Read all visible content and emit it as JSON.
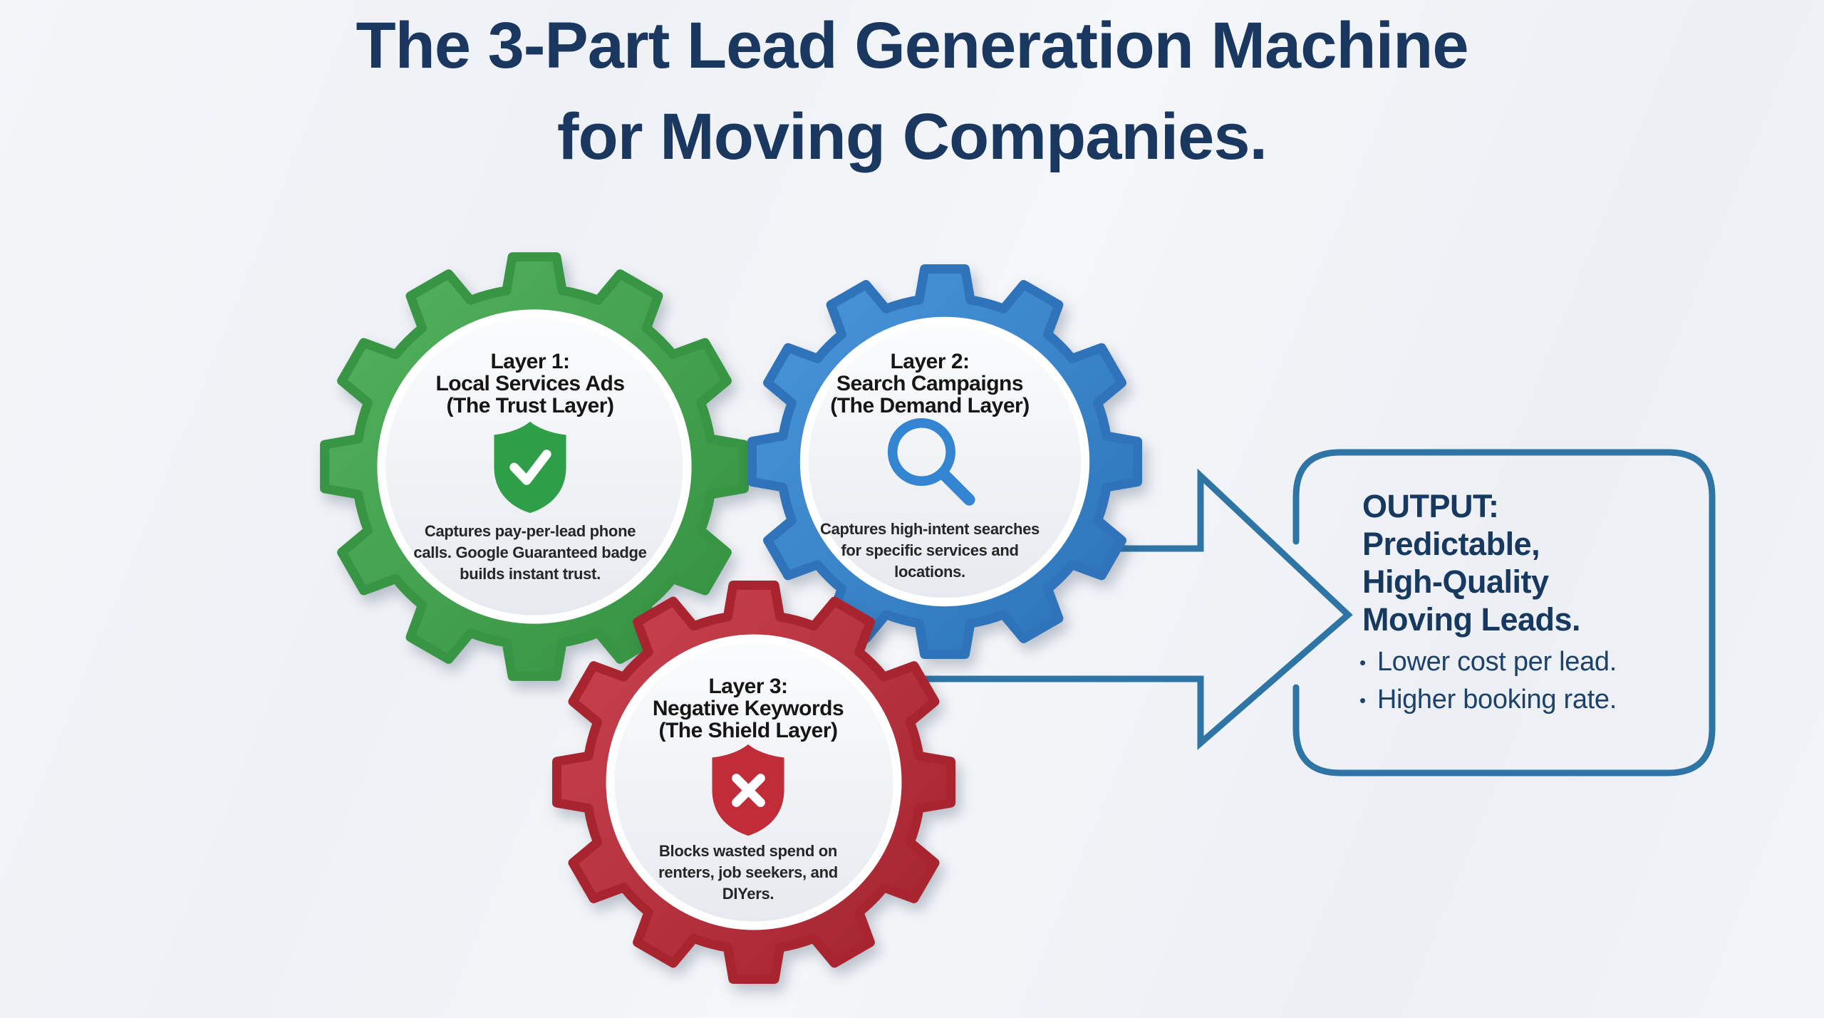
{
  "title": {
    "line1": "The 3-Part Lead Generation Machine",
    "line2": "for Moving Companies."
  },
  "gears": {
    "layer1": {
      "name": "Local Services Ads",
      "title_lines": [
        "Layer 1:",
        "Local Services Ads",
        "(The Trust Layer)"
      ],
      "icon": "shield-check-icon",
      "description_lines": [
        "Captures pay-per-lead phone",
        "calls. Google Guaranteed badge",
        "builds instant trust."
      ],
      "color": "#3EA24D"
    },
    "layer2": {
      "name": "Search Campaigns",
      "title_lines": [
        "Layer 2:",
        "Search Campaigns",
        "(The Demand Layer)"
      ],
      "icon": "search-icon",
      "description_lines": [
        "Captures high-intent searches",
        "for specific services and",
        "locations."
      ],
      "color": "#3A86CF"
    },
    "layer3": {
      "name": "Negative Keywords",
      "title_lines": [
        "Layer 3:",
        "Negative Keywords",
        "(The Shield Layer)"
      ],
      "icon": "shield-x-icon",
      "description_lines": [
        "Blocks wasted spend on",
        "renters, job seekers, and",
        "DIYers."
      ],
      "color": "#BE3340"
    }
  },
  "output": {
    "heading_lines": [
      "OUTPUT:",
      "Predictable,",
      "High-Quality",
      "Moving Leads."
    ],
    "bullets": [
      {
        "bullet": "•",
        "text": "Lower cost per lead."
      },
      {
        "bullet": "•",
        "text": "Higher booking rate."
      }
    ]
  },
  "colors": {
    "background": "#EFF2F6",
    "title_navy": "#19375F",
    "outline_blue": "#2E75A6",
    "gear_green": "#3EA24D",
    "gear_blue": "#3A86CF",
    "gear_red": "#BE3340",
    "gear_text_dark": "#1F1F1F",
    "inner_disc": "#F2F5F8"
  }
}
